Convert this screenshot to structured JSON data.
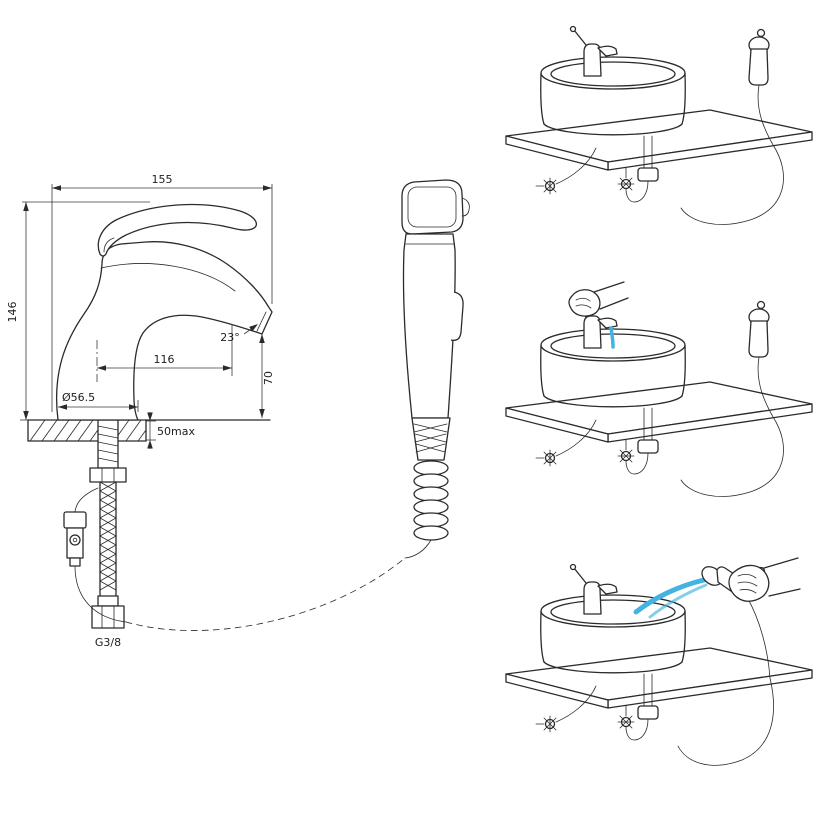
{
  "colors": {
    "line": "#2b2b2b",
    "water": "#44b3e1",
    "background": "#ffffff"
  },
  "dimensions": {
    "overall_width": "155",
    "overall_height": "146",
    "spout_angle": "23°",
    "spout_reach": "116",
    "outlet_height": "70",
    "base_diameter": "Ø56.5",
    "deck_thickness_max": "50max",
    "supply_thread": "G3/8"
  }
}
